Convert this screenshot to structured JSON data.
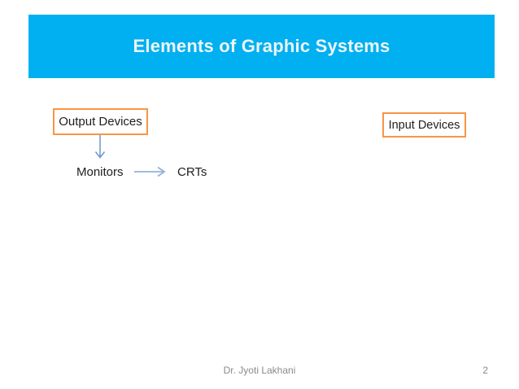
{
  "slide": {
    "title": "Elements of Graphic Systems",
    "boxes": {
      "output_devices": "Output Devices",
      "input_devices": "Input Devices"
    },
    "nodes": {
      "monitors": "Monitors",
      "crts": "CRTs"
    },
    "icons": {
      "down_arrow": "down-arrow",
      "right_arrow": "right-arrow"
    },
    "footer": {
      "author": "Dr. Jyoti Lakhani",
      "page_number": "2"
    },
    "colors": {
      "banner_bg": "#00B0F0",
      "title_text": "#EDF5FB",
      "box_border": "#F79646",
      "body_text": "#1E1E1E",
      "down_arrow": "#6D96C8",
      "right_arrow": "#95B3D7",
      "footer_text": "#8A8A8A"
    }
  }
}
